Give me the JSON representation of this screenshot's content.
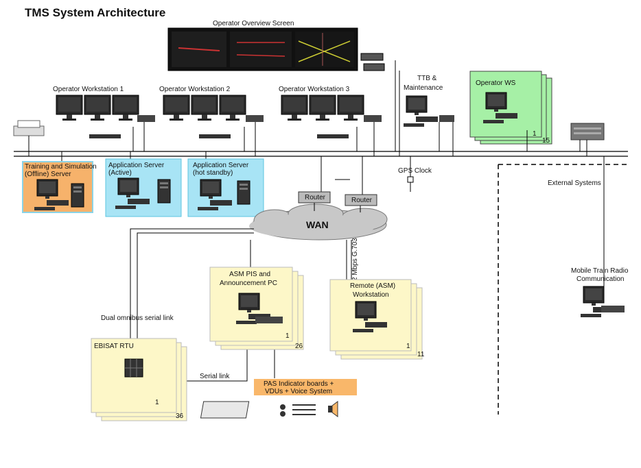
{
  "title": "TMS System Architecture",
  "overview_screen": "Operator Overview Screen",
  "workstations": [
    "Operator Workstation 1",
    "Operator Workstation 2",
    "Operator Workstation 3"
  ],
  "ttb": [
    "TTB &",
    "Maintenance"
  ],
  "operator_ws": {
    "label": "Operator WS",
    "n1": "1",
    "n2": "15"
  },
  "training": [
    "Training and Simulation",
    "(Offline) Server"
  ],
  "app_active": [
    "Application Server",
    "(Active)"
  ],
  "app_standby": [
    "Application Server",
    "(hot standby)"
  ],
  "gps": "GPS Clock",
  "external": "External Systems",
  "routers": [
    "Router",
    "Router"
  ],
  "wan": "WAN",
  "link_rate": "2 Mbps G.703",
  "asm_pis": {
    "lines": [
      "ASM PIS and",
      "Announcement PC"
    ],
    "n1": "1",
    "n2": "26"
  },
  "remote": {
    "lines": [
      "Remote (ASM)",
      "Workstation"
    ],
    "n1": "1",
    "n2": "11"
  },
  "mobile": [
    "Mobile Train Radio",
    "Communication"
  ],
  "dual_link": "Dual omnibus serial link",
  "rtu": {
    "label": "EBISAT RTU",
    "n1": "1",
    "n2": "36"
  },
  "serial_link": "Serial link",
  "pas": [
    "PAS Indicator boards +",
    "VDUs + Voice System"
  ],
  "colors": {
    "orange": "#f6b26b",
    "cyan": "#a8e4f5",
    "green": "#a6f0a6",
    "yellow": "#fdf7c8",
    "pas": "#f9b76a"
  }
}
